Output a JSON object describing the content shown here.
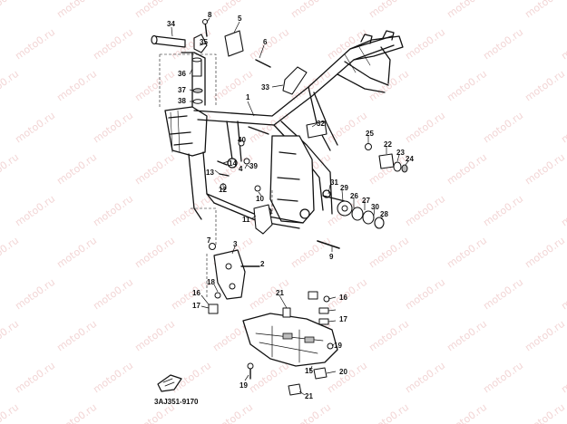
{
  "watermark_text": "moto0.ru",
  "diagram_code": "3AJ351-9170",
  "part_labels": [
    "34",
    "8",
    "5",
    "6",
    "35",
    "36",
    "37",
    "38",
    "33",
    "1",
    "32",
    "40",
    "14",
    "13",
    "12",
    "4",
    "39",
    "10",
    "11",
    "31",
    "29",
    "26",
    "27",
    "30",
    "28",
    "25",
    "22",
    "23",
    "24",
    "9",
    "3",
    "2",
    "18",
    "16",
    "17",
    "21",
    "7",
    "16",
    "17",
    "19",
    "15",
    "20",
    "19",
    "21"
  ]
}
